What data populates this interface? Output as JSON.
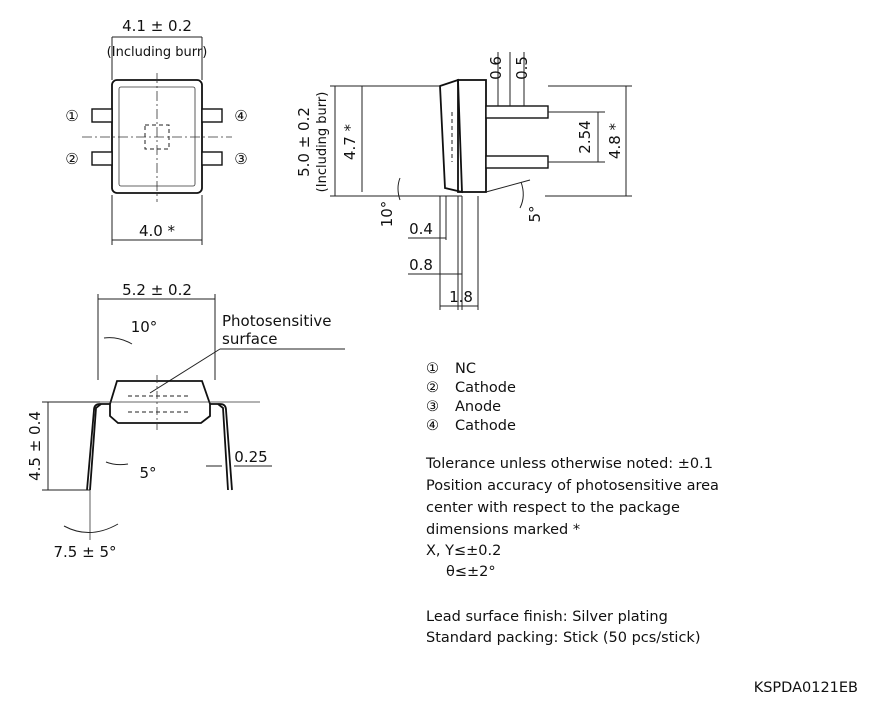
{
  "top_view": {
    "width_tol": "4.1 ± 0.2",
    "width_note": "(Including burr)",
    "body_width": "4.0 *",
    "pins": [
      "①",
      "②",
      "③",
      "④"
    ]
  },
  "side_view": {
    "height_tol": "5.0 ± 0.2",
    "height_note": "(Including burr)",
    "height_star": "4.7 *",
    "dim_06": "0.6",
    "dim_05": "0.5",
    "pitch": "2.54",
    "lead_star": "4.8 *",
    "angle_10": "10°",
    "angle_5": "5°",
    "dim_04": "0.4",
    "dim_08": "0.8",
    "dim_18": "1.8"
  },
  "front_view": {
    "width_tol": "5.2 ± 0.2",
    "angle_10": "10°",
    "surface_label_1": "Photosensitive",
    "surface_label_2": "surface",
    "height_tol": "4.5 ± 0.4",
    "angle_5": "5°",
    "lead_thick": "0.25",
    "angle_spread": "7.5 ± 5°"
  },
  "pin_legend": [
    {
      "num": "①",
      "name": "NC"
    },
    {
      "num": "②",
      "name": "Cathode"
    },
    {
      "num": "③",
      "name": "Anode"
    },
    {
      "num": "④",
      "name": "Cathode"
    }
  ],
  "notes": {
    "tolerance": "Tolerance unless otherwise noted: ±0.1",
    "accuracy_1": "Position accuracy of photosensitive area",
    "accuracy_2": "center with respect to the package",
    "accuracy_3": "dimensions marked *",
    "xy": "X, Y≤±0.2",
    "theta": "θ≤±2°",
    "finish": "Lead surface finish: Silver plating",
    "packing": "Standard packing: Stick (50 pcs/stick)"
  },
  "doc_code": "KSPDA0121EB"
}
